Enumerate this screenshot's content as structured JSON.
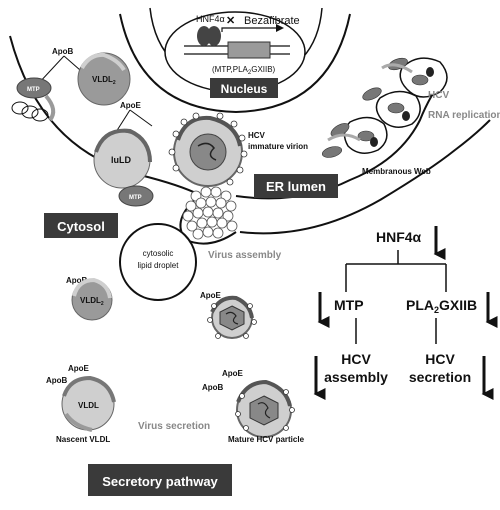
{
  "nucleus": {
    "hnf4a": "HNF4α",
    "bezafibrate": "Bezafibrate",
    "genes_pre": "(MTP,PLA",
    "genes_sub": "2",
    "genes_post": "GXIIB)",
    "title": "Nucleus"
  },
  "cytosol": {
    "apob_top": "ApoB",
    "vldl_top": "VLDL",
    "vldl_top_sub": "2",
    "mtp_left": "MTP",
    "apoe_top": "ApoE",
    "luld": "luLD",
    "mtp_mid": "MTP",
    "title": "Cytosol",
    "lipid_droplet_1": "cytosolic",
    "lipid_droplet_2": "lipid droplet",
    "apob_mid": "ApoB",
    "vldl_mid": "VLDL",
    "vldl_mid_sub": "2"
  },
  "hcv": {
    "immature_1": "HCV",
    "immature_2": "immature virion",
    "er_lumen": "ER lumen",
    "rna_1": "HCV",
    "rna_2": "RNA replication",
    "membranous_web": "Membranous Web",
    "virus_assembly": "Virus assembly",
    "apoe_particle": "ApoE"
  },
  "pathway": {
    "hnf4a": "HNF4α",
    "mtp": "MTP",
    "pla_pre": "PLA",
    "pla_sub": "2",
    "pla_post": "GXIIB",
    "hcv_left": "HCV",
    "assembly": "assembly",
    "hcv_right": "HCV",
    "secretion": "secretion"
  },
  "secretion": {
    "apoe_left": "ApoE",
    "apob_left": "ApoB",
    "vldl_left": "VLDL",
    "nascent_vldl": "Nascent VLDL",
    "virus_secretion": "Virus secretion",
    "apoe_right": "ApoE",
    "apob_right": "ApoB",
    "mature_hcv": "Mature HCV particle",
    "title": "Secretory pathway"
  },
  "colors": {
    "label_bg": "#3a3a3a",
    "organelle_gray": "#9a9a9a",
    "light_gray": "#cfcfcf",
    "dark_gray": "#555555"
  }
}
